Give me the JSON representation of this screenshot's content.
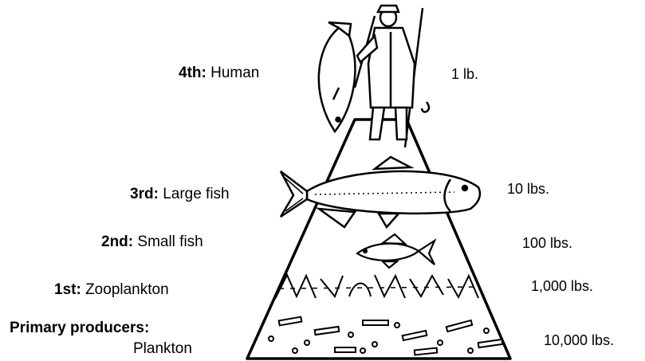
{
  "levels": [
    {
      "rank": "4th:",
      "name": "Human",
      "weight": "1 lb."
    },
    {
      "rank": "3rd:",
      "name": "Large fish",
      "weight": "10 lbs."
    },
    {
      "rank": "2nd:",
      "name": "Small fish",
      "weight": "100 lbs."
    },
    {
      "rank": "1st:",
      "name": "Zooplankton",
      "weight": "1,000 lbs."
    },
    {
      "rank": "Primary producers:",
      "name": "Plankton",
      "weight": "10,000 lbs."
    }
  ],
  "colors": {
    "ink": "#000000",
    "background": "#ffffff"
  },
  "icons": [
    "fisherman-icon",
    "large-fish-icon",
    "small-fish-icon",
    "zooplankton-icon",
    "phytoplankton-icon"
  ]
}
